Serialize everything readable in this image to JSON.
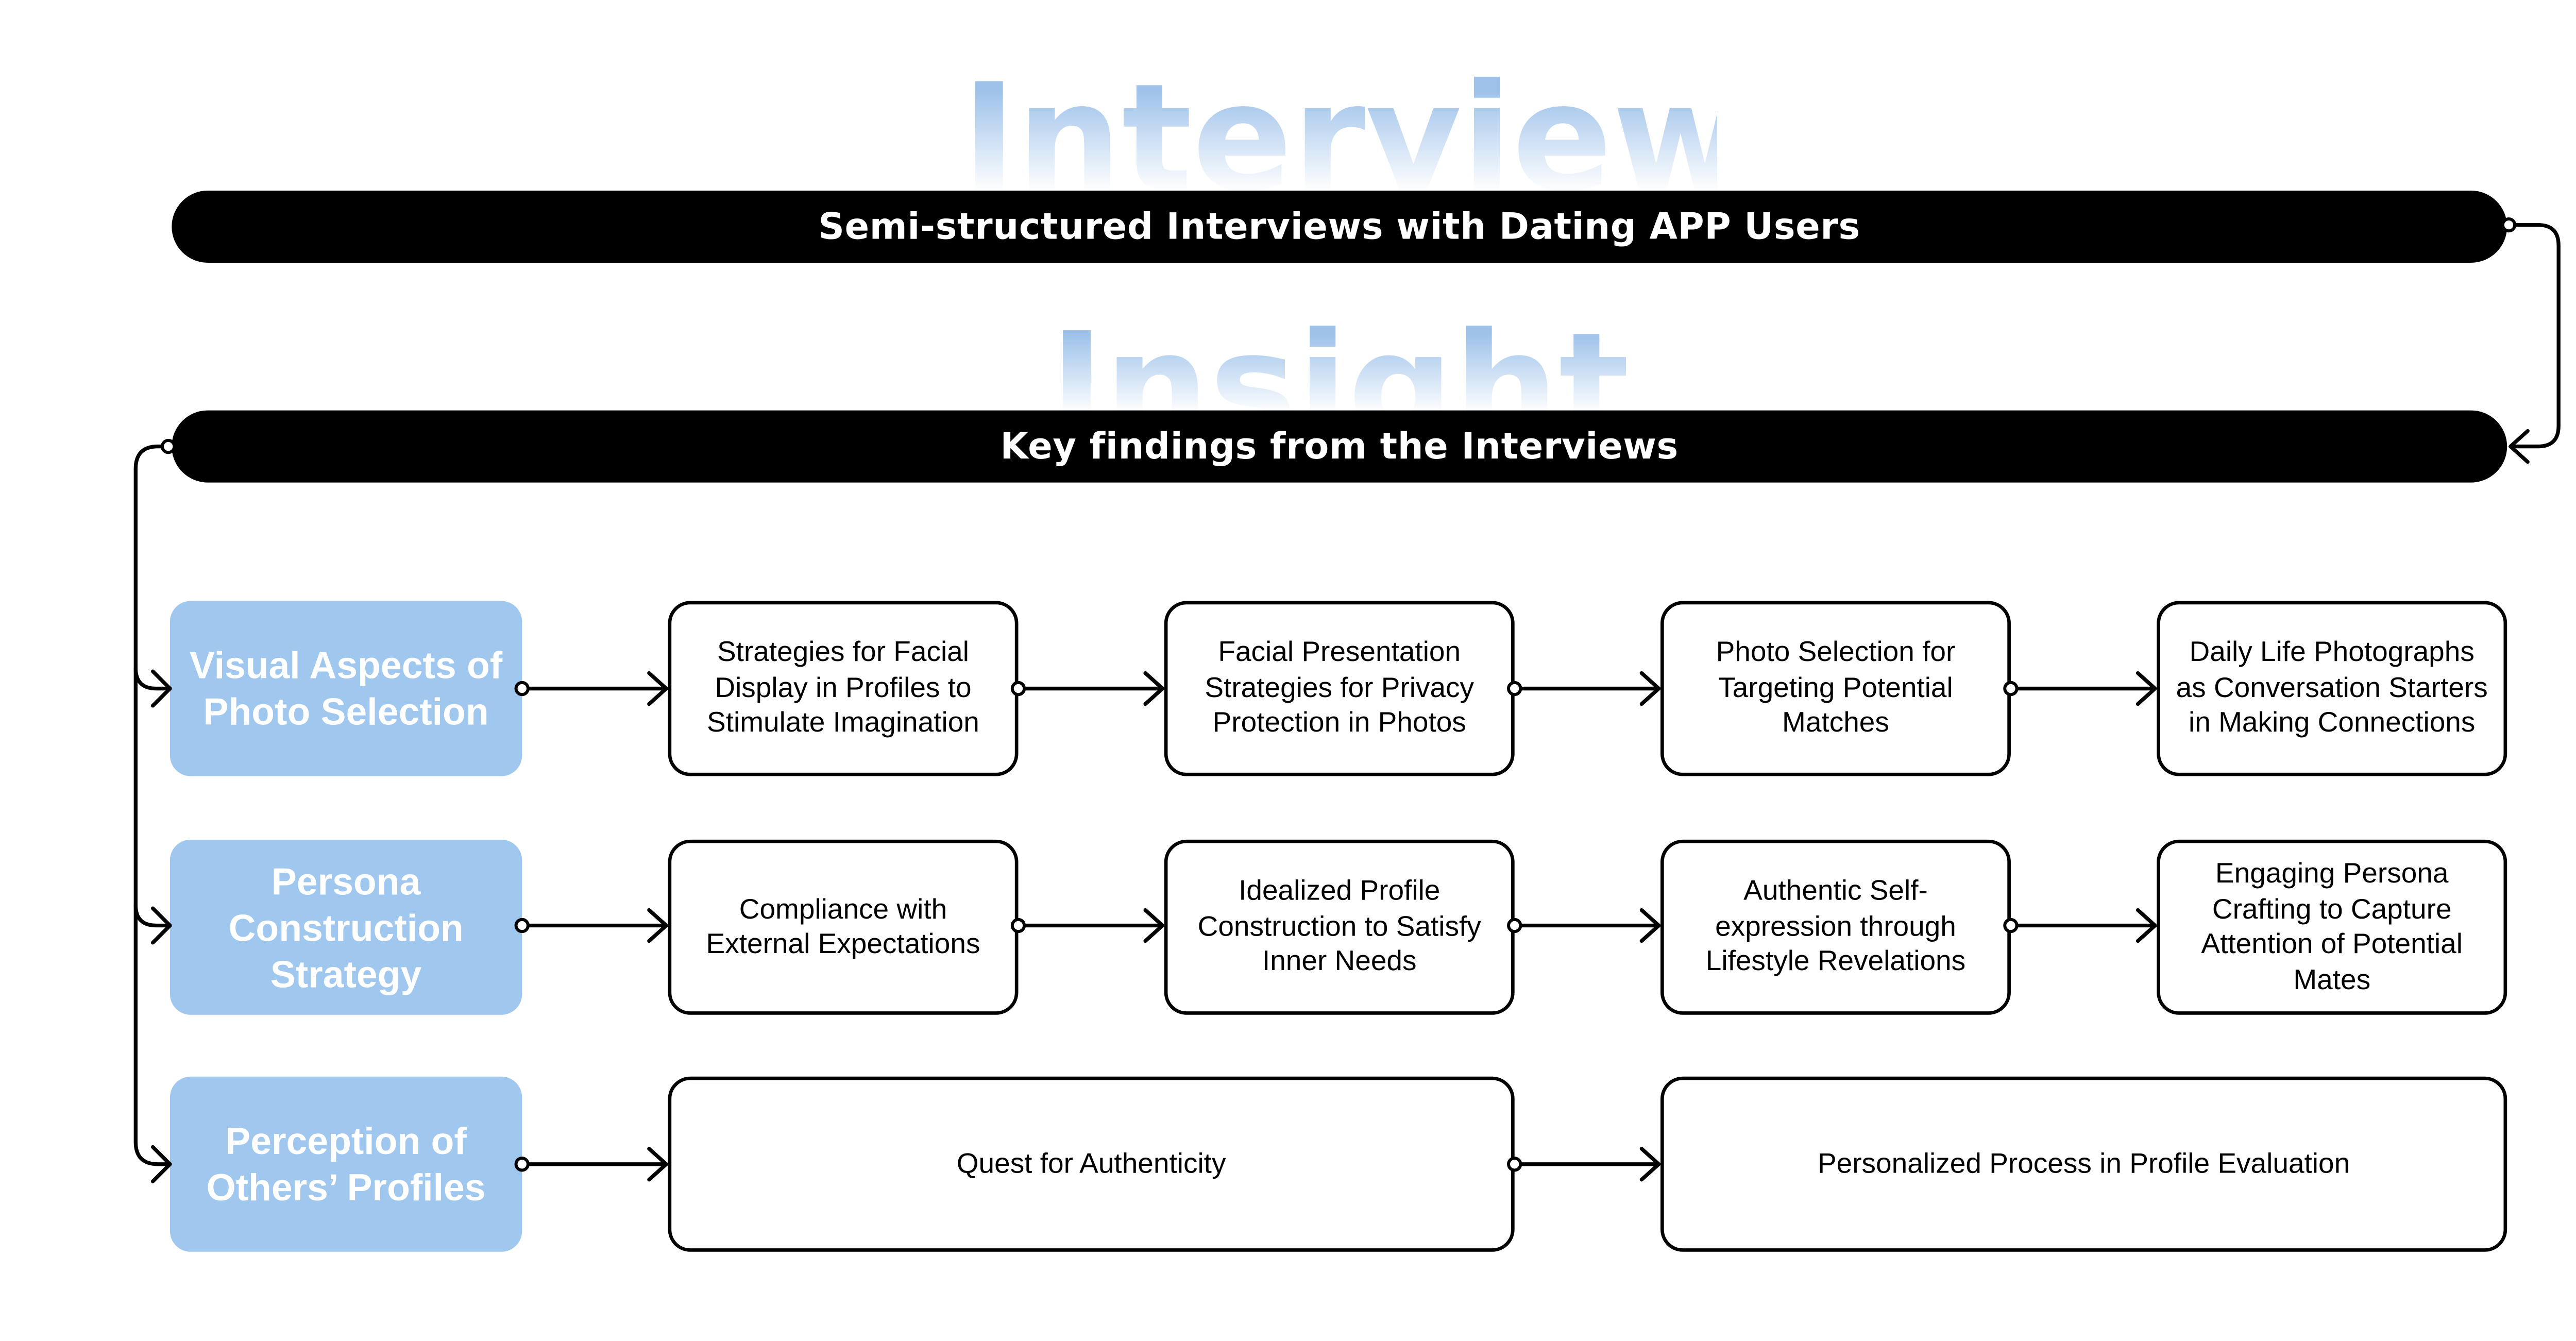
{
  "watermarks": {
    "top": "Interview",
    "middle": "Insight"
  },
  "bars": {
    "top": "Semi-structured Interviews with Dating APP Users",
    "middle": "Key findings from the Interviews"
  },
  "categories": [
    "Visual Aspects of Photo Selection",
    "Persona Construction Strategy",
    "Perception of Others’ Profiles"
  ],
  "rows": [
    [
      "Strategies for Facial Display in Profiles to Stimulate Imagination",
      "Facial Presentation Strategies for Privacy Protection in Photos",
      "Photo Selection for Targeting Potential Matches",
      "Daily Life Photographs as Conversation Starters in Making Connections"
    ],
    [
      "Compliance with External Expectations",
      "Idealized Profile Construction to Satisfy Inner Needs",
      "Authentic Self-expression through Lifestyle Revelations",
      "Engaging Persona Crafting to Capture Attention of Potential Mates"
    ],
    [
      "Quest for Authenticity",
      "Personalized Process in Profile Evaluation"
    ]
  ],
  "colors": {
    "accent": "#a0c7ee",
    "bar": "#000000",
    "text": "#000000",
    "watermark": "#9ec2ea"
  }
}
